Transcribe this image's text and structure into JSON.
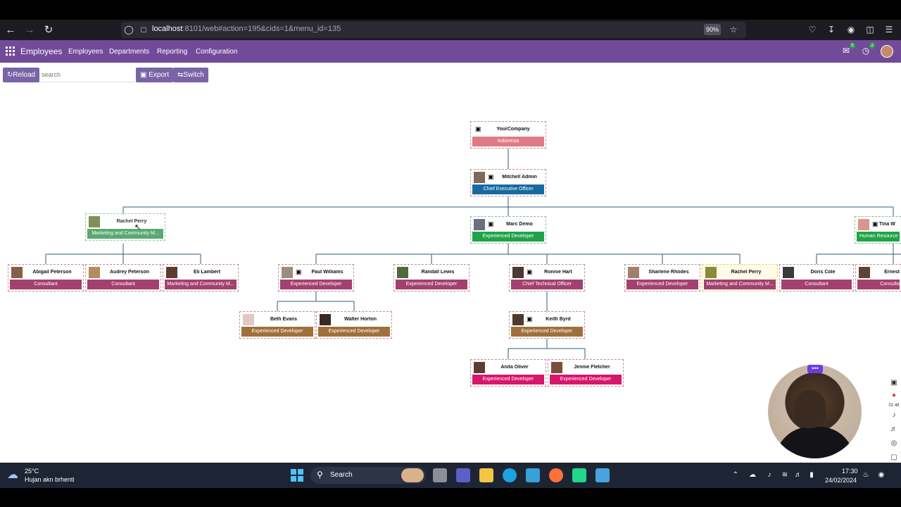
{
  "browser": {
    "url_host": "localhost",
    "url_rest": ":8101/web#action=195&cids=1&menu_id=135",
    "zoom": "90%"
  },
  "navbar": {
    "app_name": "Employees",
    "menu": [
      "Employees",
      "Departments",
      "Reporting",
      "Configuration"
    ],
    "messages_count": "5",
    "activities_count": "2",
    "colors": {
      "bar": "#714b9a"
    }
  },
  "toolbar": {
    "reload_label": "Reload",
    "search_placeholder": "search",
    "export_label": "Export",
    "switch_label": "Switch"
  },
  "org_chart": {
    "nodes": [
      {
        "name": "YourCompany",
        "job": "Indonesia",
        "color": "#e07b86",
        "photo": false
      },
      {
        "name": "Mitchell Admin",
        "job": "Chief Executive Officer",
        "color": "#166aa0",
        "photo": true
      },
      {
        "name": "Rachel Perry",
        "job": "Marketing and Community M...",
        "color": "#3e9b59",
        "photo": true
      },
      {
        "name": "Marc Demo",
        "job": "Experienced Developer",
        "color": "#20a348",
        "photo": true
      },
      {
        "name": "Tina W",
        "job": "Human Resource",
        "color": "#20a348",
        "photo": true
      },
      {
        "name": "Abigail Peterson",
        "job": "Consultant",
        "color": "#a3406e",
        "photo": true
      },
      {
        "name": "Audrey Peterson",
        "job": "Consultant",
        "color": "#a3406e",
        "photo": true
      },
      {
        "name": "Eli Lambert",
        "job": "Marketing and Community M...",
        "color": "#a3406e",
        "photo": true
      },
      {
        "name": "Paul Williams",
        "job": "Experienced Developer",
        "color": "#a3406e",
        "photo": true
      },
      {
        "name": "Randall Lewis",
        "job": "Experienced Developer",
        "color": "#a3406e",
        "photo": true
      },
      {
        "name": "Ronnie Hart",
        "job": "Chief Technical Officer",
        "color": "#a3406e",
        "photo": true
      },
      {
        "name": "Sharlene Rhodes",
        "job": "Experienced Developer",
        "color": "#a3406e",
        "photo": true
      },
      {
        "name": "Rachel Perry",
        "job": "Marketing and Community M...",
        "color": "#a3406e",
        "photo": true
      },
      {
        "name": "Doris Cole",
        "job": "Consultant",
        "color": "#a3406e",
        "photo": true
      },
      {
        "name": "Ernest",
        "job": "Consulta",
        "color": "#a3406e",
        "photo": true
      },
      {
        "name": "Beth Evans",
        "job": "Experienced Developer",
        "color": "#a0703a",
        "photo": true
      },
      {
        "name": "Walter Horton",
        "job": "Experienced Developer",
        "color": "#a0703a",
        "photo": true
      },
      {
        "name": "Keith Byrd",
        "job": "Experienced Developer",
        "color": "#a0703a",
        "photo": true
      },
      {
        "name": "Anita Oliver",
        "job": "Experienced Developer",
        "color": "#d6176b",
        "photo": true
      },
      {
        "name": "Jennie Fletcher",
        "job": "Experienced Developer",
        "color": "#d6176b",
        "photo": true
      }
    ]
  },
  "taskbar": {
    "temperature": "25°C",
    "weather": "Hujan akn brhenti",
    "search_label": "Search",
    "time": "17:30",
    "date": "24/02/2024"
  },
  "recorder": {
    "timer": "01:48"
  }
}
